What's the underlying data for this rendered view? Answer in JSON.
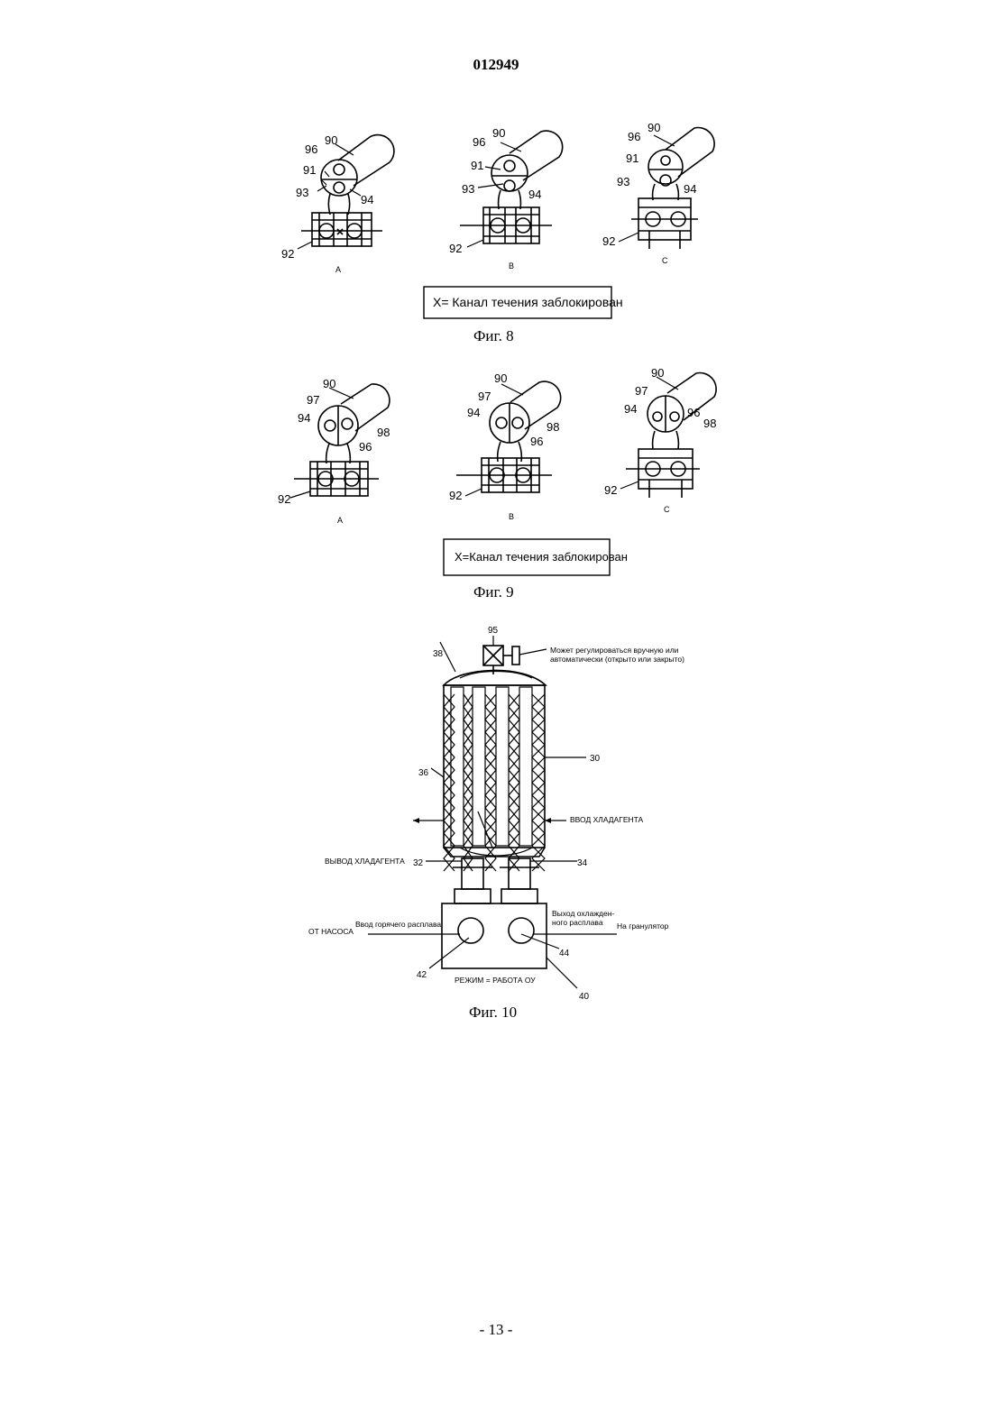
{
  "page": {
    "patent_number": "012949",
    "page_footer": "- 13 -"
  },
  "fig8": {
    "caption": "Фиг. 8",
    "legend": "X= Канал течения  заблокирован",
    "labels": {
      "l90": "90",
      "l96": "96",
      "l91": "91",
      "l93": "93",
      "l94": "94",
      "l92": "92"
    },
    "views": [
      "A",
      "B",
      "C"
    ]
  },
  "fig9": {
    "caption": "Фиг. 9",
    "legend": "X=Канал течения заблокирован",
    "labels": {
      "l90": "90",
      "l97": "97",
      "l94": "94",
      "l98": "98",
      "l96": "96",
      "l92": "92"
    },
    "views": [
      "A",
      "B",
      "C"
    ]
  },
  "fig10": {
    "caption": "Фиг. 10",
    "refs": {
      "r95": "95",
      "r38": "38",
      "r30": "30",
      "r36": "36",
      "r32": "32",
      "r34": "34",
      "r42": "42",
      "r44": "44",
      "r40": "40"
    },
    "valve_note_line1": "Может регулироваться  вручную или",
    "valve_note_line2": "автоматически (открыто  или закрыто)",
    "coolant_in": "ВВОД ХЛАДАГЕНТА",
    "coolant_out": "ВЫВОД ХЛАДАГЕНТА",
    "from_pump": "ОТ НАСОСА",
    "hot_melt_inlet": "Ввод горячего расплава",
    "cooled_outlet_line1": "Выход охлажден-",
    "cooled_outlet_line2": "ного  расплава",
    "to_pelletizer": "На гранулятор",
    "mode": "РЕЖИМ = РАБОТА  ОУ"
  }
}
